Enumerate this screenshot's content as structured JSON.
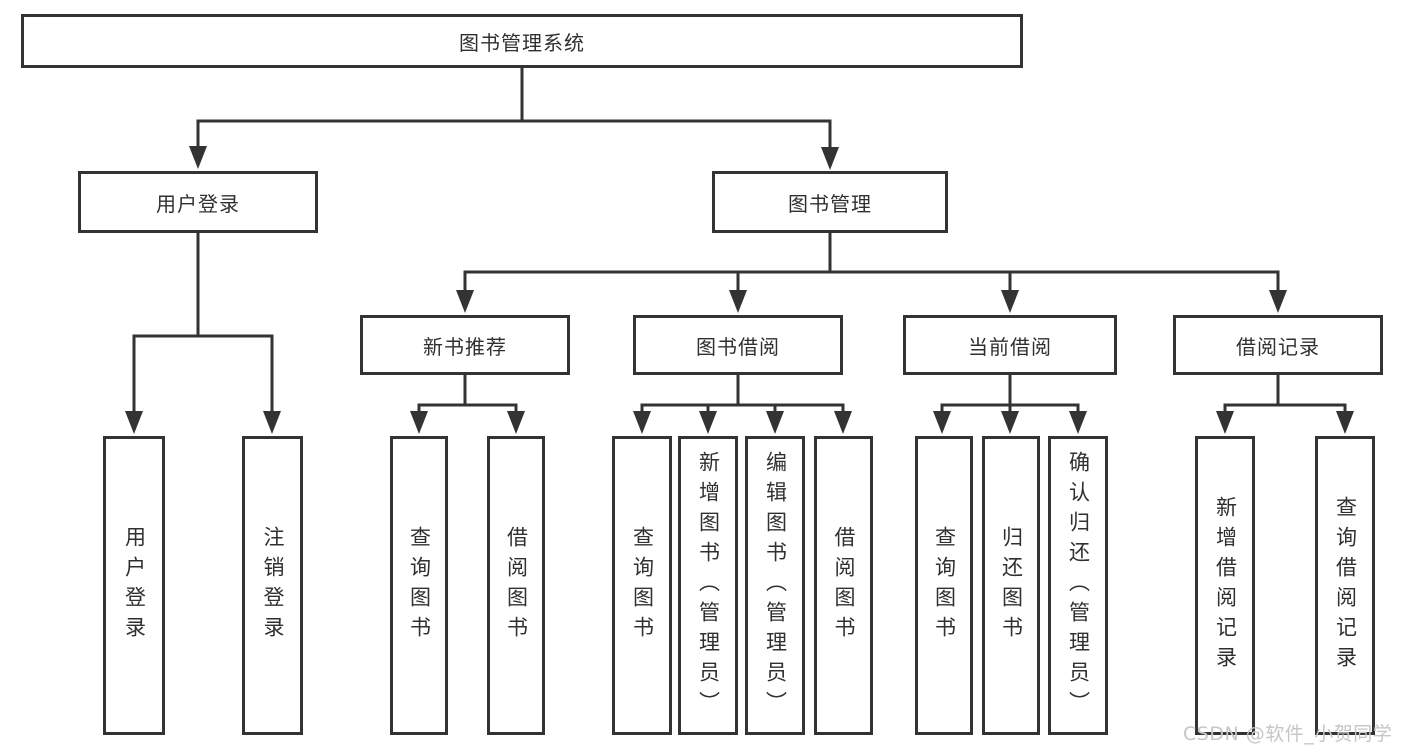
{
  "tree": {
    "label": "图书管理系统",
    "children": [
      {
        "label": "用户登录",
        "children": [
          {
            "label": "用户登录"
          },
          {
            "label": "注销登录"
          }
        ]
      },
      {
        "label": "图书管理",
        "children": [
          {
            "label": "新书推荐",
            "children": [
              {
                "label": "查询图书"
              },
              {
                "label": "借阅图书"
              }
            ]
          },
          {
            "label": "图书借阅",
            "children": [
              {
                "label": "查询图书"
              },
              {
                "label": "新增图书（管理员）"
              },
              {
                "label": "编辑图书（管理员）"
              },
              {
                "label": "借阅图书"
              }
            ]
          },
          {
            "label": "当前借阅",
            "children": [
              {
                "label": "查询图书"
              },
              {
                "label": "归还图书"
              },
              {
                "label": "确认归还（管理员）"
              }
            ]
          },
          {
            "label": "借阅记录",
            "children": [
              {
                "label": "新增借阅记录"
              },
              {
                "label": "查询借阅记录"
              }
            ]
          }
        ]
      }
    ]
  },
  "watermark": "CSDN @软件_小贺同学",
  "colors": {
    "line": "#333333",
    "text": "#303030",
    "background": "#ffffff",
    "watermark": "#c6c6c6"
  }
}
